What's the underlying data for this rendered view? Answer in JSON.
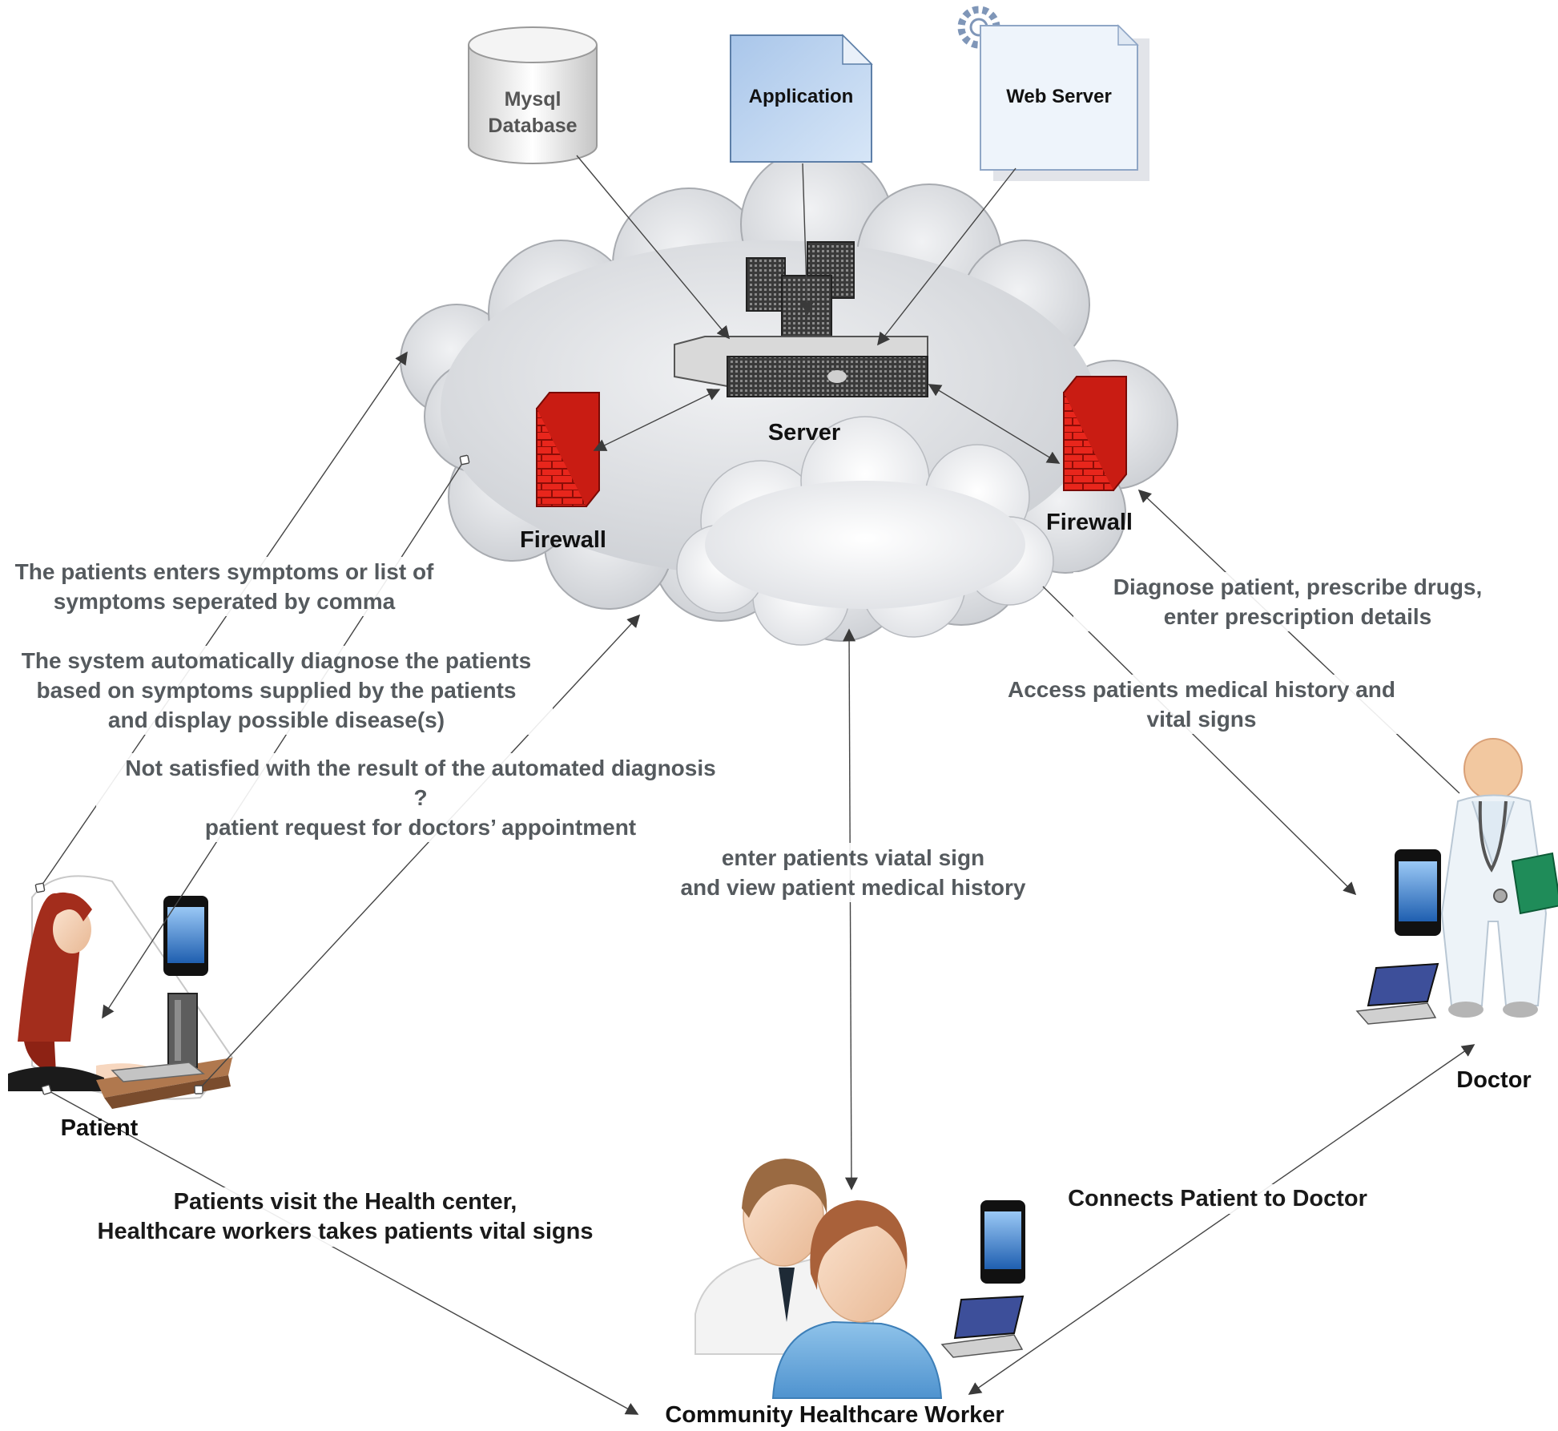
{
  "nodes": {
    "database": [
      "Mysql",
      "Database"
    ],
    "application": "Application",
    "web_server": "Web Server",
    "server": "Server",
    "firewall_left": "Firewall",
    "firewall_right": "Firewall",
    "patient": "Patient",
    "doctor": "Doctor",
    "chw": "Community Healthcare Worker"
  },
  "edges": {
    "patient_enters_symptoms": [
      "The patients enters symptoms or list of",
      "symptoms seperated by comma"
    ],
    "system_diagnose": [
      "The system automatically diagnose the patients",
      "based on symptoms supplied by the patients",
      "and display possible disease(s)"
    ],
    "not_satisfied": [
      "Not satisfied with the result of the automated diagnosis",
      "?",
      "patient request for doctors’ appointment"
    ],
    "chw_vital_sign": [
      "enter patients viatal sign",
      "and view patient medical history"
    ],
    "doctor_diagnose": [
      "Diagnose patient, prescribe drugs,",
      "enter prescription details"
    ],
    "doctor_access": [
      "Access patients medical history and",
      "vital signs"
    ],
    "visit_health_center": [
      "Patients visit the Health center,",
      "Healthcare workers takes patients vital signs"
    ],
    "connects": "Connects Patient to Doctor"
  },
  "icons": [
    "cloud-icon",
    "database-icon",
    "document-icon",
    "gear-icon",
    "server-icon",
    "firewall-icon",
    "phone-icon",
    "laptop-icon",
    "desktop-computer-icon",
    "patient-person-icon",
    "doctor-person-icon",
    "healthcare-workers-icon"
  ],
  "colors": {
    "firewall": "#e8261c",
    "cloud": "#dcdee2",
    "arrow": "#444444",
    "label_gray": "#555a5e",
    "application_doc": "#bcd4ef",
    "web_server_doc": "#eef4fb"
  }
}
